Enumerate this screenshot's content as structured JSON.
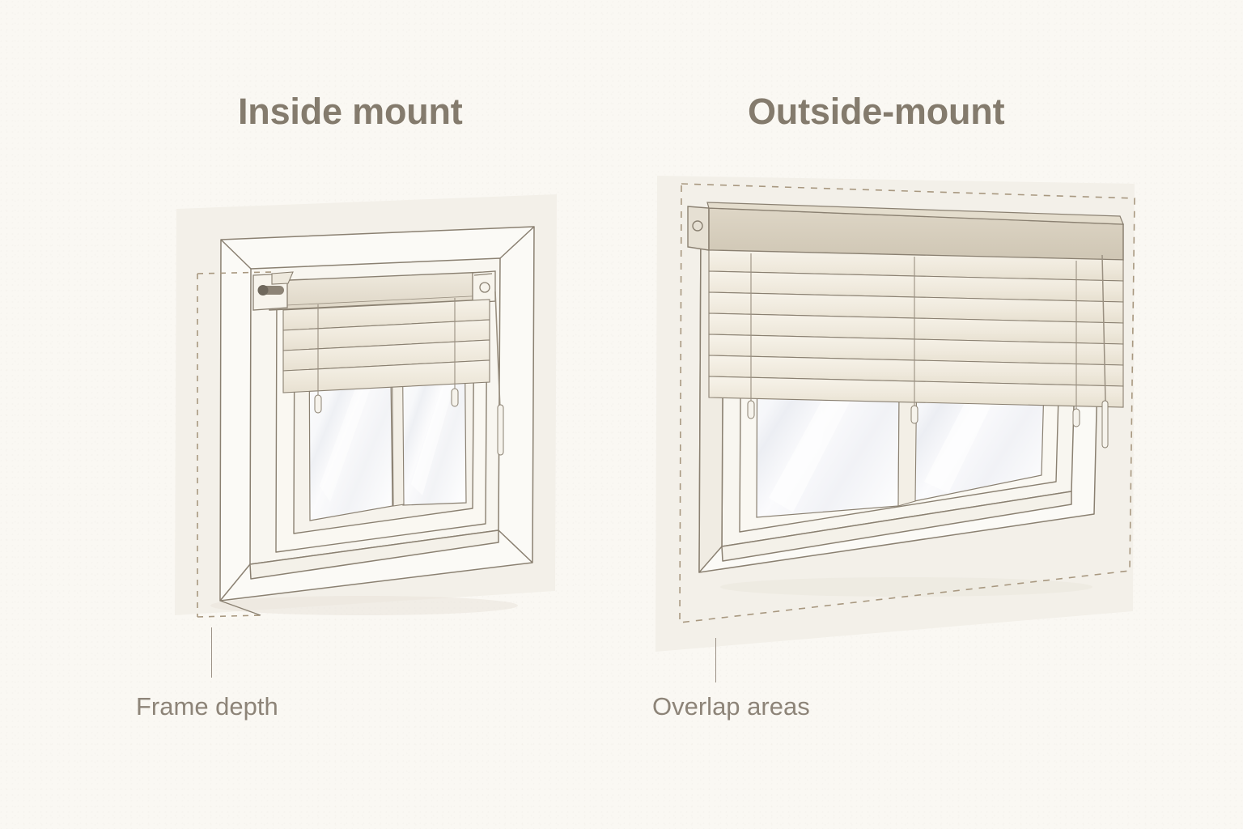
{
  "page": {
    "background_color": "#faf8f3",
    "ink_color": "#8a8071",
    "title_color": "#847b6d",
    "caption_color": "#8d8478",
    "wall_color": "#f3f0e9",
    "headrail_color": "#d5cdbe",
    "slat_color": "#f2ede2",
    "glass_color": "#fcfcfc",
    "dash_color": "#a89880"
  },
  "panels": [
    {
      "id": "inside-mount",
      "title": "Inside mount",
      "caption": "Frame depth",
      "annotation_type": "frame-depth-dashed-bracket",
      "description": "Window in three-quarter perspective set into a wall recess; blind headrail with mounting brackets installed inside the window frame; slats partially lowered over two glass panes."
    },
    {
      "id": "outside-mount",
      "title": "Outside-mount",
      "caption": "Overlap areas",
      "annotation_type": "overlap-dashed-rectangle",
      "description": "Window in three-quarter perspective on a flat wall; wide valance headrail and slats mounted above and beyond the window frame; dashed rectangle shows the overlap area extending past the frame on all sides."
    }
  ],
  "icons": {
    "bracket_left": "mounting-bracket-icon",
    "bracket_right": "mounting-bracket-icon",
    "end_cap": "headrail-end-cap-icon"
  }
}
